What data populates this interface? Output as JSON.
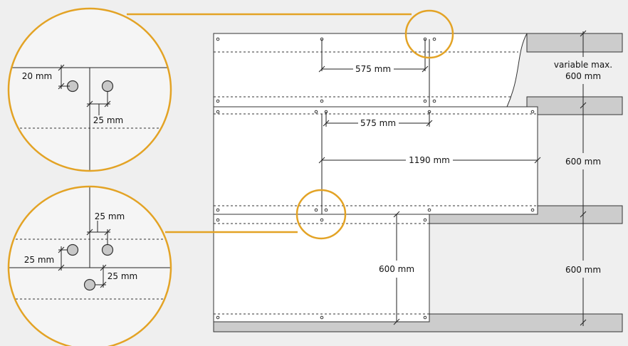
{
  "dimensions": {
    "d575_top": "575 mm",
    "d575_mid": "575 mm",
    "d1190": "1190 mm",
    "d600_panel": "600 mm",
    "variable_line1": "variable max.",
    "variable_line2": "600 mm",
    "right_600_a": "600 mm",
    "right_600_b": "600 mm",
    "detail_top_20": "20 mm",
    "detail_top_25": "25 mm",
    "detail_bot_25_top": "25 mm",
    "detail_bot_25_left": "25 mm",
    "detail_bot_25_right": "25 mm"
  },
  "colors": {
    "callout": "#e3a325",
    "rail": "#cccccc",
    "panel": "#ffffff",
    "background": "#efefef"
  }
}
